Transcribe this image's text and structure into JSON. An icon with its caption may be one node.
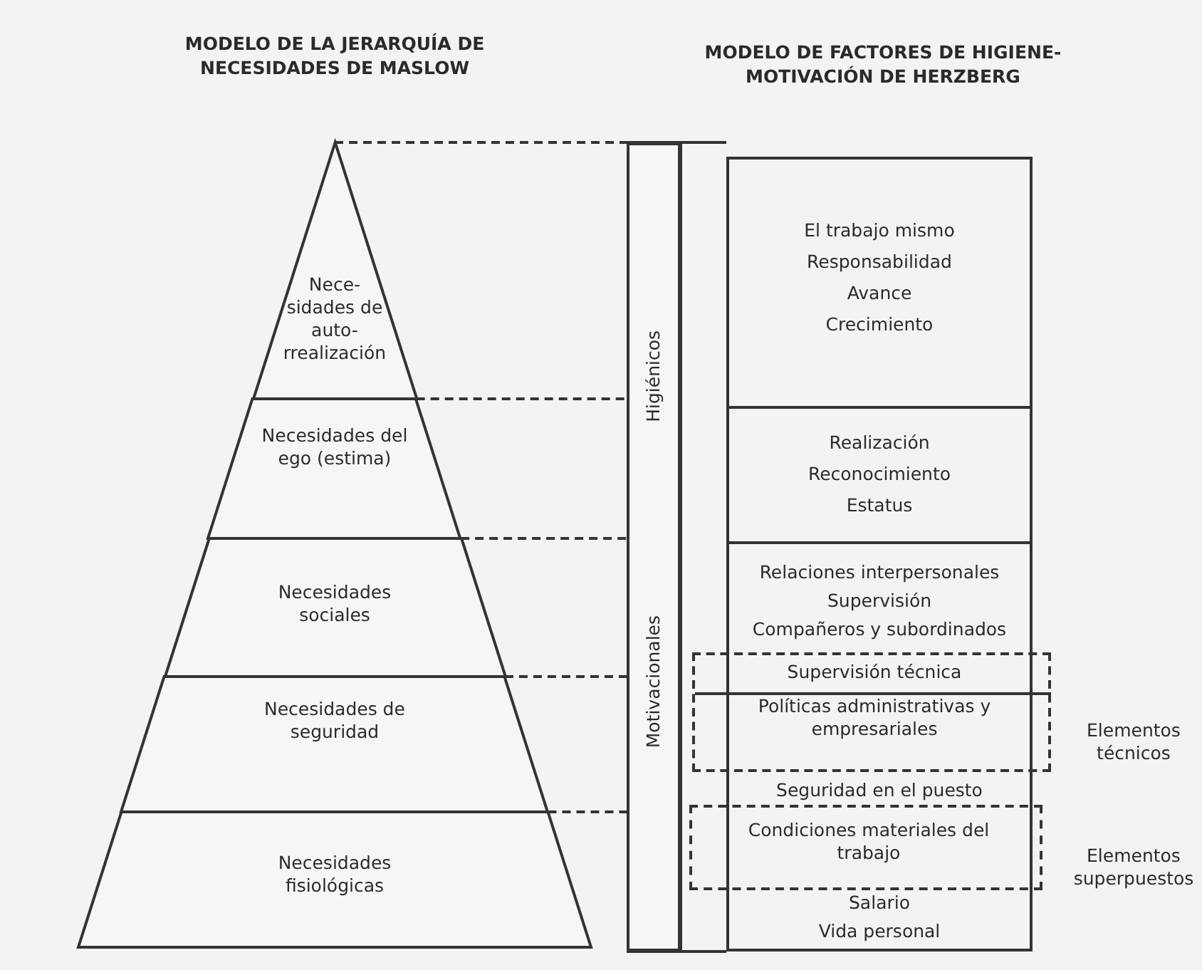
{
  "diagram": {
    "nodes": [
      {
        "text": [
          "Nece- sidades de auto- rrealización"
        ]
      },
      {
        "text": [
          "Necesidades del ego (estima)"
        ]
      },
      {
        "text": [
          "Necesidades sociales"
        ]
      },
      {
        "text": [
          "Necesidades de seguridad"
        ]
      },
      {
        "text": [
          "Necesidades fisiológicas"
        ]
      },
      {
        "text": [
          "Higiénicos",
          "Motivacionales"
        ]
      },
      {
        "text": [
          "El trabajo mismo",
          "Responsabilidad",
          "Avance",
          "Crecimiento"
        ]
      },
      {
        "text": [
          "Realización",
          "Reconocimiento",
          "Estatus"
        ]
      },
      {
        "text": [
          "Relaciones interpersonales",
          "Supervisión",
          "Compañeros y subordinados",
          "Seguridad en el puesto",
          "Salario",
          "Vida personal"
        ]
      },
      {
        "text": [
          "Supervisión técnica",
          "Políticas administrativas y empresariales"
        ],
        "beside": [
          "Elementos técnicos"
        ]
      },
      {
        "text": [
          "Condiciones materiales del trabajo"
        ],
        "beside": [
          "Elementos superpuestos"
        ]
      }
    ],
    "edges": [
      {
        "from": 0,
        "to": 5,
        "arrow": "none",
        "style": "dashed"
      },
      {
        "from": 1,
        "to": 5,
        "arrow": "none",
        "style": "dashed"
      },
      {
        "from": 2,
        "to": 5,
        "arrow": "none",
        "style": "dashed"
      },
      {
        "from": 3,
        "to": 5,
        "arrow": "none",
        "style": "dashed"
      },
      {
        "from": 4,
        "to": 5,
        "arrow": "none",
        "style": "dashed"
      }
    ],
    "labels": [
      "MODELO DE LA JERARQUÍA DE NECESIDADES DE MASLOW",
      "MODELO DE FACTORES DE HIGIENE-MOTIVACIÓN DE HERZBERG"
    ]
  }
}
